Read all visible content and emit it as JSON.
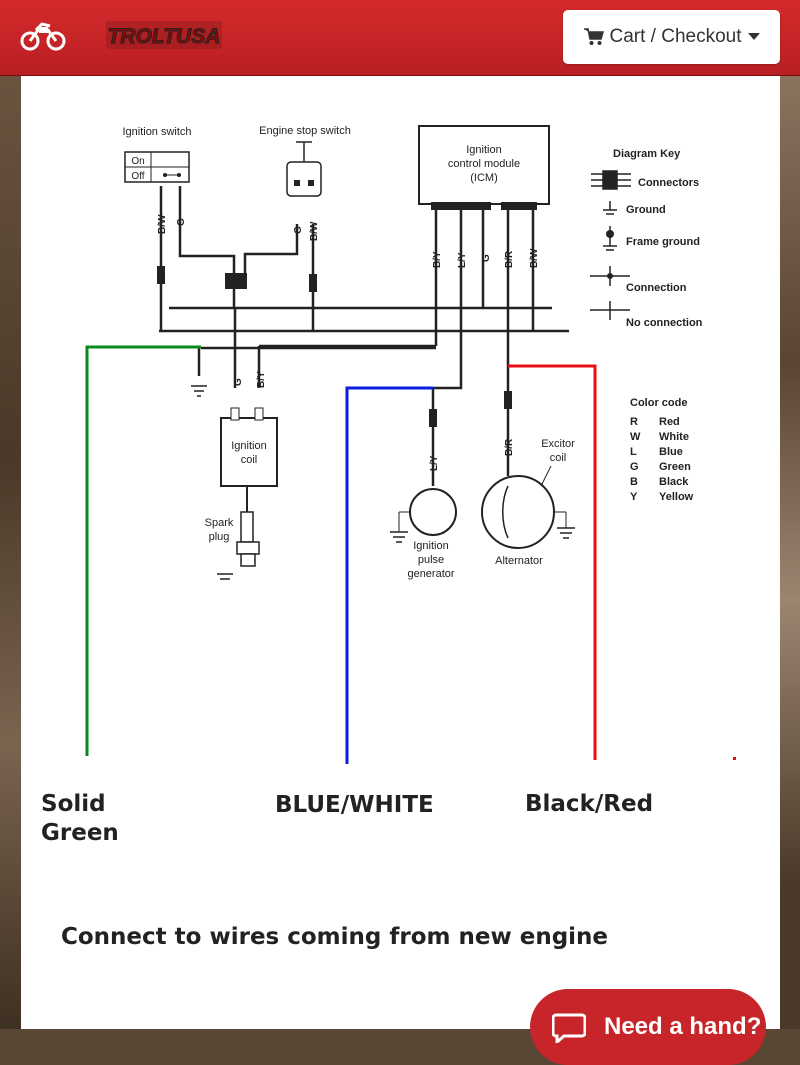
{
  "header": {
    "logo_text": "TROLTUSA",
    "cart_label": "Cart / Checkout"
  },
  "diagram": {
    "ignition_switch": "Ignition switch",
    "switch_on": "On",
    "switch_off": "Off",
    "engine_stop_switch": "Engine stop switch",
    "icm_line1": "Ignition",
    "icm_line2": "control module",
    "icm_line3": "(ICM)",
    "key_title": "Diagram Key",
    "key_items": [
      "Connectors",
      "Ground",
      "Frame ground",
      "Connection",
      "No connection"
    ],
    "color_code_title": "Color code",
    "color_codes": [
      {
        "code": "R",
        "name": "Red"
      },
      {
        "code": "W",
        "name": "White"
      },
      {
        "code": "L",
        "name": "Blue"
      },
      {
        "code": "G",
        "name": "Green"
      },
      {
        "code": "B",
        "name": "Black"
      },
      {
        "code": "Y",
        "name": "Yellow"
      }
    ],
    "wire_bw": "B/W",
    "wire_g": "G",
    "wire_by": "B/Y",
    "wire_ly": "L/Y",
    "wire_br": "B/R",
    "ignition_coil_1": "Ignition",
    "ignition_coil_2": "coil",
    "spark_plug_1": "Spark",
    "spark_plug_2": "plug",
    "pulse_gen_1": "Ignition",
    "pulse_gen_2": "pulse",
    "pulse_gen_3": "generator",
    "exciter_1": "Excitor",
    "exciter_2": "coil",
    "alternator": "Alternator",
    "colors": {
      "green": "#0a8a1e",
      "blue": "#0a1ee0",
      "red": "#e80c14"
    }
  },
  "labels": {
    "solid_1": "Solid",
    "solid_2": "Green",
    "blue_white": "BLUE/WHITE",
    "black_red": "Black/Red",
    "connect_note": "Connect to wires coming from new engine"
  },
  "help": {
    "label": "Need a hand?"
  }
}
